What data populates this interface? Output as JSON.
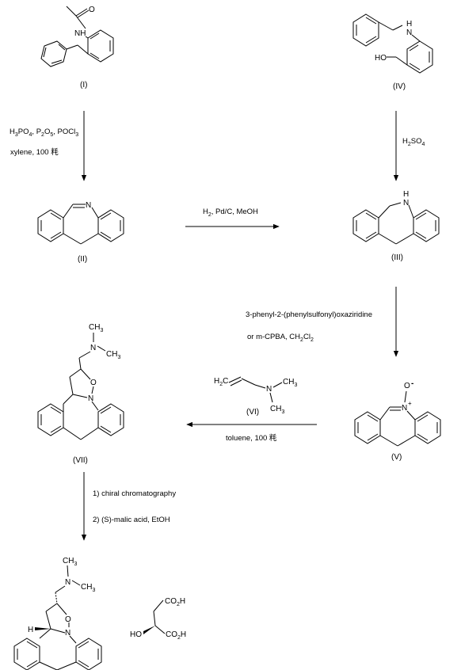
{
  "compounds": {
    "I": "(I)",
    "II": "(II)",
    "III": "(III)",
    "IV": "(IV)",
    "V": "(V)",
    "VI": "(VI)",
    "VII": "(VII)"
  },
  "atoms": {
    "N": "N",
    "NH": "NH",
    "H": "H",
    "O": "O",
    "HO": "HO",
    "CH": "CH",
    "CH_sub": "3",
    "CO": "CO",
    "CO_sub": "2",
    "H_suffix": "H",
    "O_minus": "O",
    "minus": "-",
    "plus": "+"
  },
  "conditions": {
    "step1_a": "H3PO4, P2O5, POCl3",
    "step1_b": "xylene, 100 粍",
    "step2": "H2, Pd/C, MeOH",
    "step3": "H2SO4",
    "step4_a": "3-phenyl-2-(phenylsulfonyl)oxaziridine",
    "step4_b": "or m-CPBA, CH2Cl2",
    "step5": "toluene, 100 粍",
    "step6_a": "1) chiral chromatography",
    "step6_b": "2) (S)-malic acid, EtOH"
  }
}
